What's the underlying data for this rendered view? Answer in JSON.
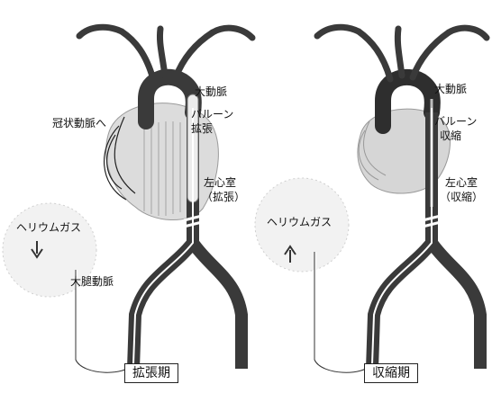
{
  "heading": "",
  "left_panel": {
    "aorta_label": "大動脈",
    "coronary_label": "冠状動脈へ",
    "balloon_label_1": "バルーン",
    "balloon_label_2": "拡張",
    "lv_label_1": "左心室",
    "lv_label_2": "（拡張）",
    "helium_label": "ヘリウムガス",
    "femoral_label": "大腿動脈",
    "phase_label": "拡張期"
  },
  "right_panel": {
    "aorta_label": "大動脈",
    "balloon_label_1": "バルーン",
    "balloon_label_2": "収縮",
    "lv_label_1": "左心室",
    "lv_label_2": "（収縮）",
    "helium_label": "ヘリウムガス",
    "phase_label": "収縮期"
  },
  "colors": {
    "artery": "#3a3a3a",
    "heart": "#d8d8d8",
    "balloon_fill": "#e8e8e8",
    "catheter": "#ffffff"
  }
}
